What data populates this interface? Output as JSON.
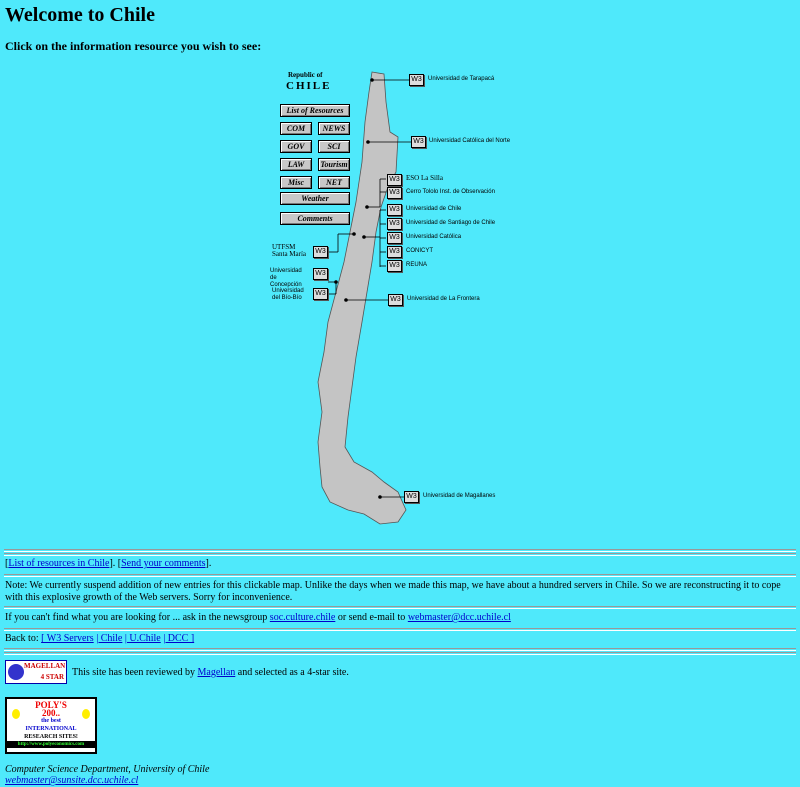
{
  "title": "Welcome to Chile",
  "subtitle": "Click on the information resource you wish to see:",
  "map": {
    "heading_small": "Republic of",
    "heading_big": "CHILE",
    "buttons": [
      "List of Resources",
      "COM",
      "NEWS",
      "GOV",
      "SCI",
      "LAW",
      "Tourism",
      "Misc",
      "NET",
      "Weather",
      "Comments"
    ],
    "w3_label": "W3",
    "right_servers": [
      "Universidad de Tarapacá",
      "Universidad Católica del Norte",
      "ESO La Silla",
      "Cerro Tololo Inst. de Observación",
      "Universidad de Chile",
      "Universidad de Santiago de Chile",
      "Universidad Católica",
      "CONICYT",
      "REUNA",
      "Universidad de La Frontera",
      "Universidad de Magallanes"
    ],
    "left_servers": [
      "UTFSM Santa María",
      "Universidad de Concepción",
      "Universidad del Bío-Bío"
    ]
  },
  "links_line": {
    "pre": "[",
    "link1": "List of resources in Chile",
    "mid": "]. [",
    "link2": "Send your comments",
    "post": "]."
  },
  "note": "Note: We currently suspend addition of new entries for this clickable map. Unlike the days when we made this map, we have about a hundred servers in Chile. So we are reconstructing it to cope with this explosive growth of the Web servers. Sorry for inconvenience.",
  "help": {
    "pre": "If you can't find what you are looking for ... ask in the newsgroup",
    "newsgroup": "soc.culture.chile",
    "mid": "or send e-mail to",
    "email": "webmaster@dcc.uchile.cl"
  },
  "back": {
    "label": "Back to:",
    "links": [
      "[ W3 Servers",
      "| Chile",
      "| U.Chile",
      "| DCC ]"
    ]
  },
  "magellan": {
    "badge": "MAGELLAN 4 STAR SITE",
    "pre": "This site has been reviewed by",
    "link": "Magellan",
    "post": "and selected as a 4-star site."
  },
  "polys": {
    "line1": "POLY'S",
    "line2": "200..",
    "line3": "the best",
    "line4": "INTERNATIONAL",
    "line5": "RESEARCH SITES!",
    "url": "http://www.polyeconomics.com"
  },
  "footer": {
    "dept": "Computer Science Department, University of Chile",
    "email": "webmaster@sunsite.dcc.uchile.cl"
  }
}
